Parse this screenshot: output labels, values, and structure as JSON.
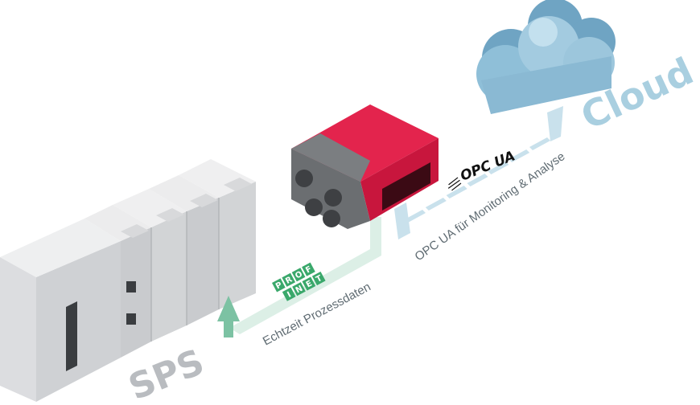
{
  "labels": {
    "sps": "SPS",
    "cloud": "Cloud",
    "realtime": "Echtzeit Prozessdaten",
    "opcua_path": "OPC UA für Monitoring & Analyse",
    "opcua_logo": "OPC UA"
  },
  "profinet_letters": [
    "P",
    "R",
    "O",
    "F",
    "I",
    "N",
    "E",
    "T"
  ],
  "colors": {
    "plc_light": "#e6e7e8",
    "plc_mid": "#d3d5d7",
    "plc_dark": "#bcbfc2",
    "device_red": "#d0173f",
    "device_grey": "#6b6e71",
    "cloud_front": "#8fbfd8",
    "cloud_top": "#cfe6f1",
    "green_arrow": "#7cc2a3",
    "green_path": "#dcefe6",
    "blue_arrow": "#b9d8e6",
    "text_grey": "#b9bcc0",
    "text_cloud": "#a9cfe0"
  }
}
